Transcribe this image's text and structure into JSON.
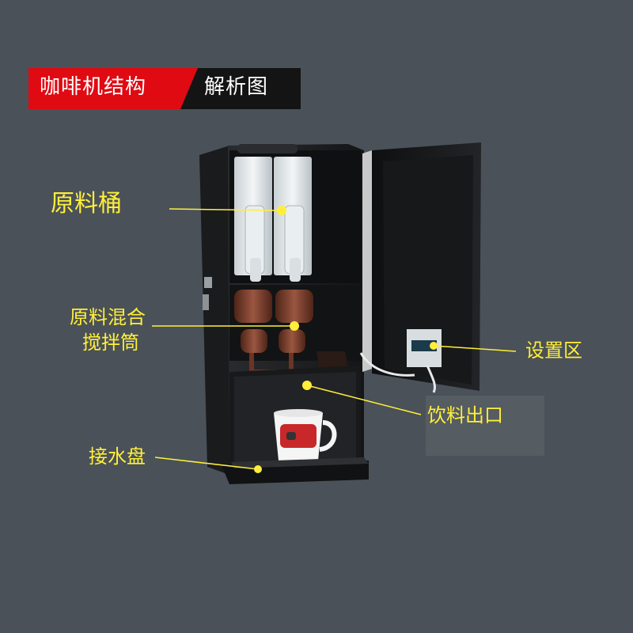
{
  "title": {
    "left": "咖啡机结构",
    "right": "解析图",
    "left_color": "#e00a12",
    "right_color": "#111111"
  },
  "labels": {
    "hopper": "原料桶",
    "mixer_line1": "原料混合",
    "mixer_line2": "搅拌筒",
    "settings": "设置区",
    "outlet": "饮料出口",
    "drip_tray": "接水盘"
  },
  "colors": {
    "background": "#4a5158",
    "label_text": "#ffef3a",
    "leader_line": "#ffef3a",
    "marker_dot": "#ffef3a",
    "cabinet": "#1c1d1f",
    "hopper": "#dfe5e8",
    "mixer": "#7a3b2a"
  }
}
